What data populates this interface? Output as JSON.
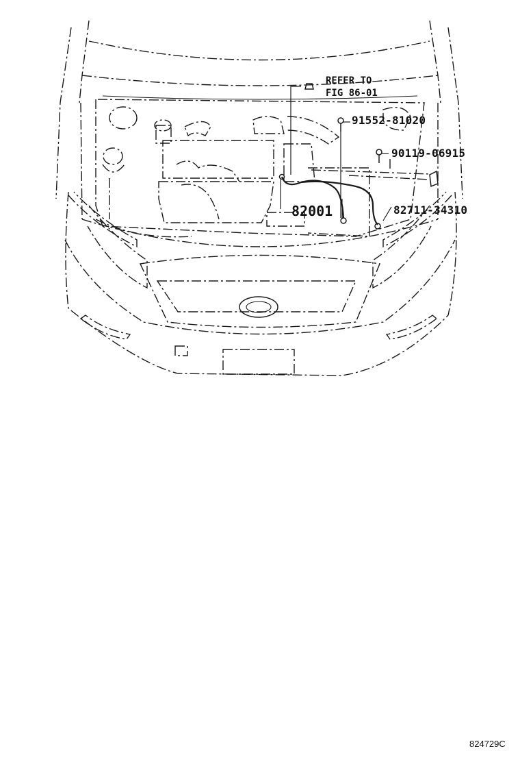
{
  "callouts": {
    "refer_line1": "REFER TO",
    "refer_line2": "FIG 86-01",
    "part_91552": "91552-81020",
    "part_90119": "90119-06915",
    "part_82001": "82001",
    "part_82711": "82711-34310"
  },
  "figure_code": "824729C"
}
